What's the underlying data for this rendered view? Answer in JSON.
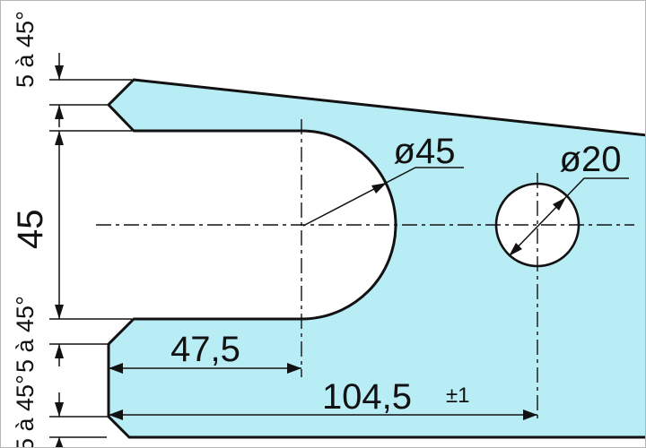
{
  "drawing": {
    "dimensions": {
      "chamfer_top": "5 à 45°",
      "slot_width": "45",
      "chamfer_slot_bottom": "5 à 45°",
      "chamfer_corner_bottom": "5 à 45°",
      "slot_end_diameter": "ø45",
      "hole_diameter": "ø20",
      "slot_center_from_edge": "47,5",
      "hole_center_from_edge": "104,5",
      "hole_center_tolerance": "±1"
    },
    "colors": {
      "part_fill": "#b9edf6",
      "line": "#121212",
      "background": "#ffffff"
    }
  }
}
